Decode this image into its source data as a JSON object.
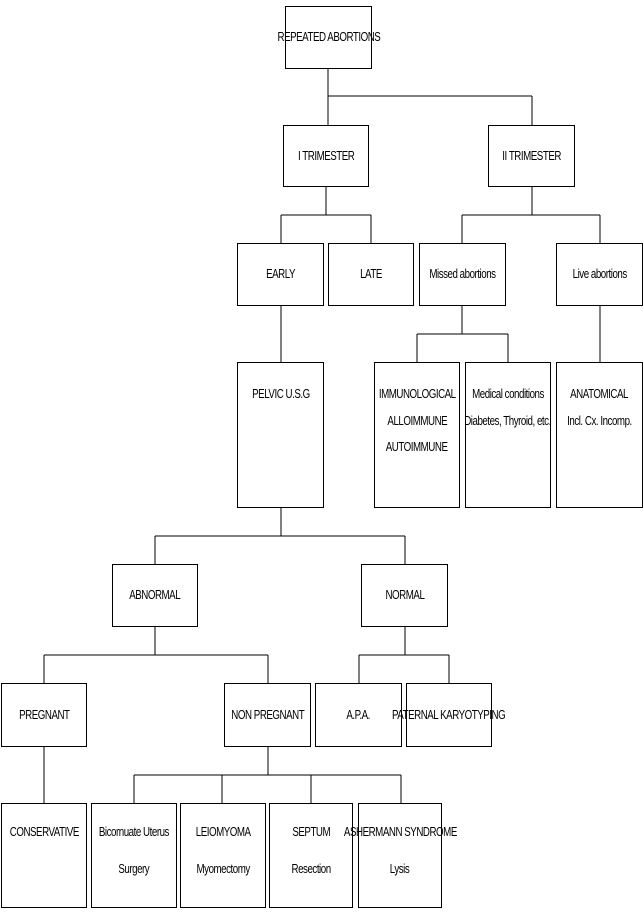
{
  "nodes": {
    "root": [
      "REPEATED ABORTIONS"
    ],
    "t1": [
      "I TRIMESTER"
    ],
    "t2": [
      "II TRIMESTER"
    ],
    "early": [
      "EARLY"
    ],
    "late": [
      "LATE"
    ],
    "missed": [
      "Missed abortions"
    ],
    "live": [
      "Live abortions"
    ],
    "pelvic": [
      "PELVIC U.S.G"
    ],
    "immuno": [
      "IMMUNOLOGICAL",
      "ALLOIMMUNE",
      "AUTOIMMUNE"
    ],
    "medical": [
      "Medical conditions",
      "Diabetes, Thyroid, etc."
    ],
    "anatomical": [
      "ANATOMICAL",
      "Incl. Cx. Incomp."
    ],
    "abnormal": [
      "ABNORMAL"
    ],
    "normal": [
      "NORMAL"
    ],
    "pregnant": [
      "PREGNANT"
    ],
    "nonpregnant": [
      "NON PREGNANT"
    ],
    "apa": [
      "A.P.A."
    ],
    "paternal": [
      "PATERNAL KARYOTYPING"
    ],
    "conservative": [
      "CONSERVATIVE"
    ],
    "bicornuate": [
      "Bicornuate Uterus",
      "Surgery"
    ],
    "leiomyoma": [
      "LEIOMYOMA",
      "Myomectomy"
    ],
    "septum": [
      "SEPTUM",
      "Resection"
    ],
    "asherman": [
      "ASHERMANN SYNDROME",
      "Lysis"
    ]
  }
}
